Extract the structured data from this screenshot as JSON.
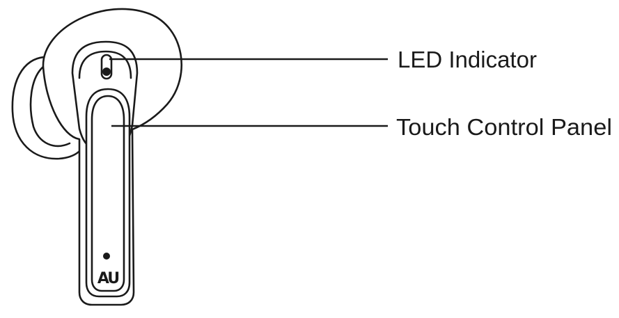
{
  "diagram": {
    "labels": {
      "led_indicator": "LED Indicator",
      "touch_control_panel": "Touch Control Panel"
    },
    "logo": {
      "text": "AU"
    },
    "colors": {
      "line": "#1a1a1a",
      "background": "#ffffff"
    }
  }
}
